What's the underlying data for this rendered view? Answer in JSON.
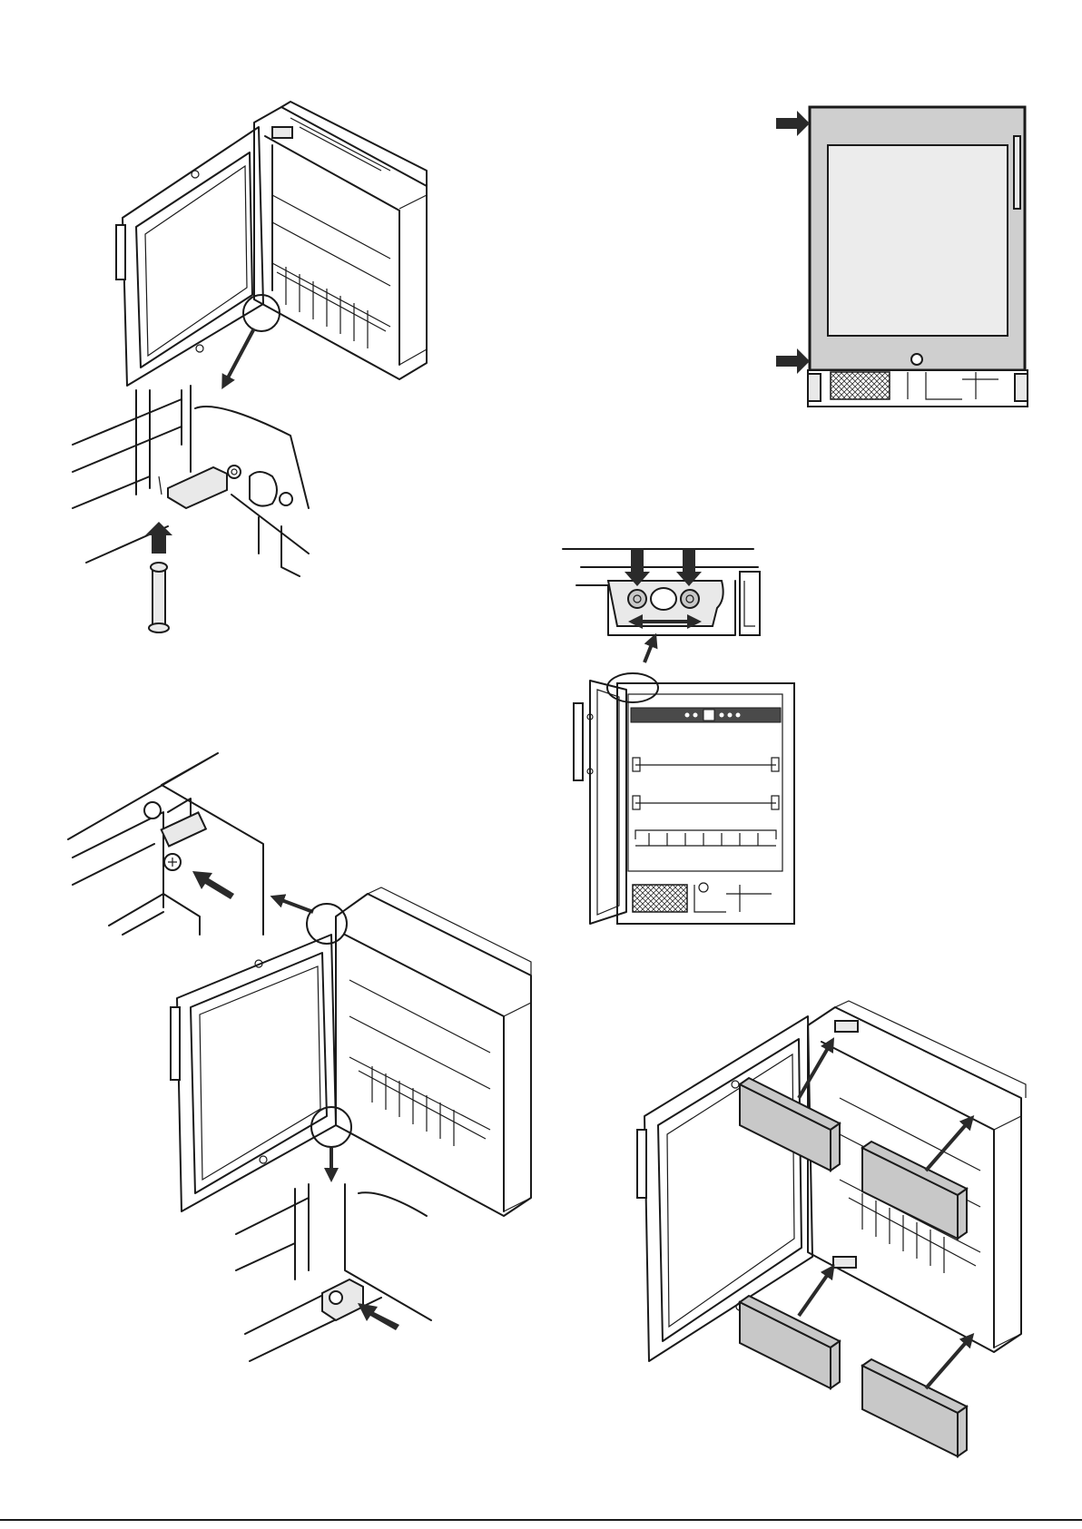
{
  "page": {
    "background": "#ffffff",
    "line_color": "#1a1a1a",
    "panel_fill": "#c8c8c8",
    "arrow_color": "#2a2a2a"
  },
  "figures": [
    {
      "id": "fig-a",
      "description_icon": "hinge-pin-removal-icon"
    },
    {
      "id": "fig-b",
      "description_icon": "front-view-arrows-icon"
    },
    {
      "id": "fig-c",
      "description_icon": "hinge-screws-icon"
    },
    {
      "id": "fig-d",
      "description_icon": "hinge-screw-adjust-icon"
    },
    {
      "id": "fig-e",
      "description_icon": "cover-panels-icon"
    }
  ]
}
